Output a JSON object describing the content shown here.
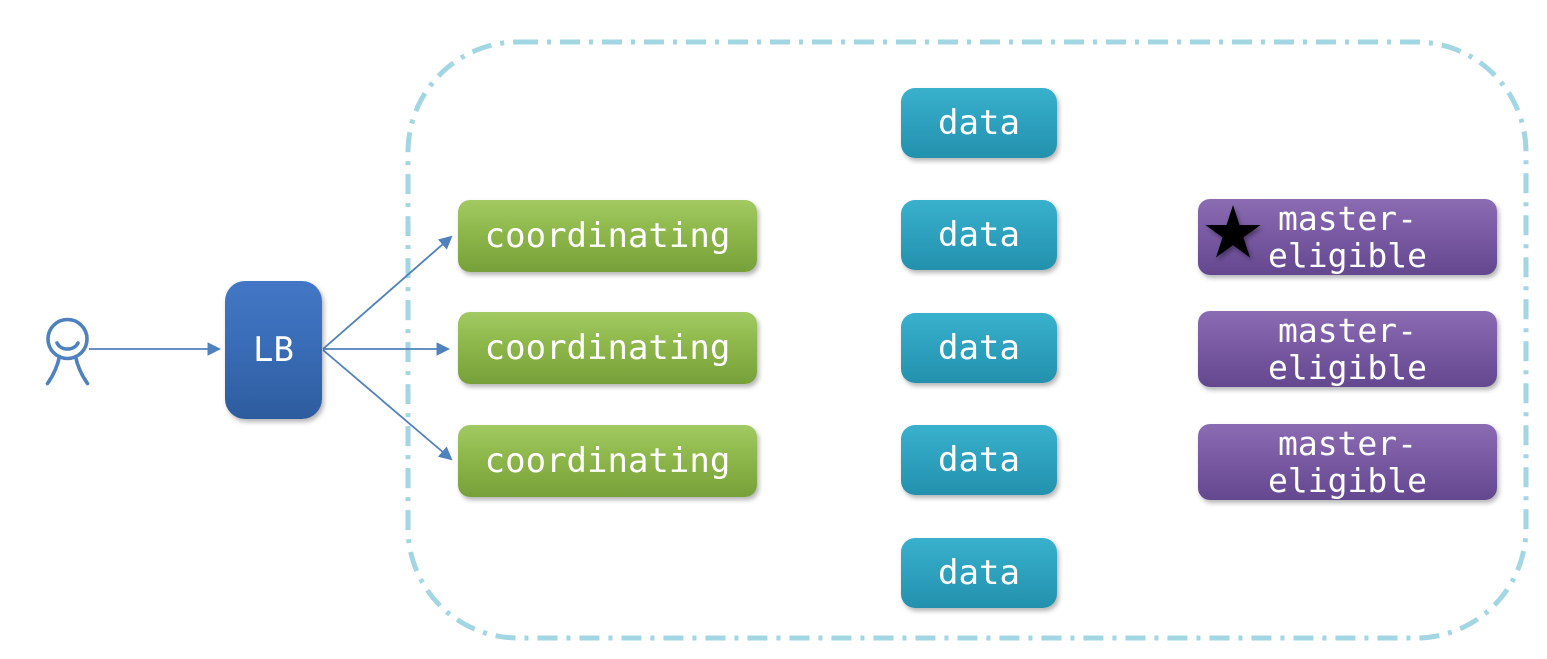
{
  "diagram_subject": "load-balanced cluster of coordinating, data and master-eligible nodes",
  "nodes": {
    "client": {
      "icon": "person-icon"
    },
    "load_balancer": {
      "label": "LB"
    },
    "coordinating": {
      "items": [
        {
          "label": "coordinating"
        },
        {
          "label": "coordinating"
        },
        {
          "label": "coordinating"
        }
      ]
    },
    "data": {
      "items": [
        {
          "label": "data"
        },
        {
          "label": "data"
        },
        {
          "label": "data"
        },
        {
          "label": "data"
        },
        {
          "label": "data"
        }
      ]
    },
    "master": {
      "items": [
        {
          "label": "master-\neligible",
          "starred": true
        },
        {
          "label": "master-\neligible",
          "starred": false
        },
        {
          "label": "master-\neligible",
          "starred": false
        }
      ]
    }
  },
  "connections": [
    {
      "from": "client",
      "to": "load_balancer"
    },
    {
      "from": "load_balancer",
      "to": "coordinating-1"
    },
    {
      "from": "load_balancer",
      "to": "coordinating-2"
    },
    {
      "from": "load_balancer",
      "to": "coordinating-3"
    }
  ],
  "colors": {
    "arrow_blue": "#4f81bd",
    "load_balancer_top": "#4377c5",
    "load_balancer_bottom": "#2d5c9e",
    "coordinating_top": "#a2ca62",
    "coordinating_bottom": "#78a03a",
    "data_top": "#39b1cd",
    "data_bottom": "#2391ad",
    "master_top": "#8b6cb3",
    "master_bottom": "#63478f",
    "cluster_border": "#a3d6e3",
    "star": "#000000",
    "label_text": "#ffffff",
    "background": "#ffffff"
  }
}
